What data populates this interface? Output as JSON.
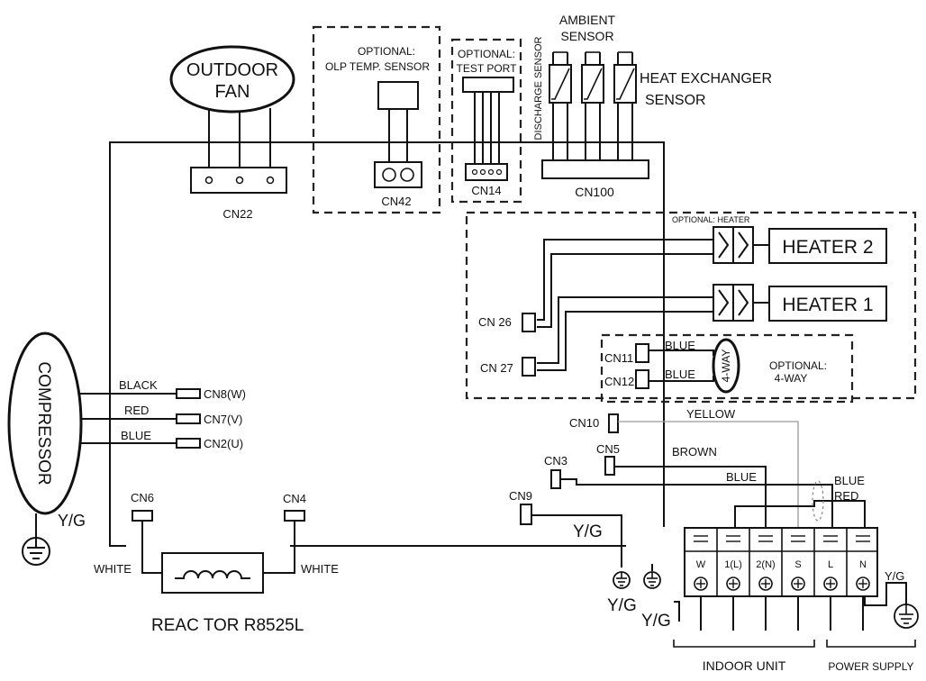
{
  "labels": {
    "outdoor_fan_line1": "OUTDOOR",
    "outdoor_fan_line2": "FAN",
    "cn22": "CN22",
    "olp_line1": "OPTIONAL:",
    "olp_line2": "OLP TEMP. SENSOR",
    "cn42": "CN42",
    "test_line1": "OPTIONAL:",
    "test_line2": "TEST PORT",
    "cn14": "CN14",
    "discharge_sensor": "DISCHARGE SENSOR",
    "ambient_line1": "AMBIENT",
    "ambient_line2": "SENSOR",
    "hx_line1": "HEAT EXCHANGER",
    "hx_line2": "SENSOR",
    "cn100": "CN100",
    "optional_heater": "OPTIONAL: HEATER",
    "heater2": "HEATER 2",
    "heater1": "HEATER 1",
    "cn26": "CN 26",
    "cn27": "CN 27",
    "cn11": "CN11",
    "cn12": "CN12",
    "blue_cn11": "BLUE",
    "blue_cn12": "BLUE",
    "four_way": "4-WAY",
    "optional_4way_line1": "OPTIONAL:",
    "optional_4way_line2": "4-WAY",
    "compressor": "COMPRESSOR",
    "black": "BLACK",
    "red": "RED",
    "blue_cn2": "BLUE",
    "cn8": "CN8(W)",
    "cn7": "CN7(V)",
    "cn2": "CN2(U)",
    "yg_compressor": "Y/G",
    "cn6": "CN6",
    "cn4": "CN4",
    "white_left": "WHITE",
    "white_right": "WHITE",
    "reactor": "REAC TOR R8525L",
    "cn10": "CN10",
    "yellow": "YELLOW",
    "cn5": "CN5",
    "brown": "BROWN",
    "cn3": "CN3",
    "blue_cn3": "BLUE",
    "blue_right": "BLUE",
    "red_right": "RED",
    "cn9": "CN9",
    "yg_cn9": "Y/G",
    "yg_ground1": "Y/G",
    "yg_ground2": "Y/G",
    "yg_power": "Y/G",
    "indoor_unit": "INDOOR  UNIT",
    "power_supply": "POWER  SUPPLY"
  },
  "terminal_block": [
    "W",
    "1(L)",
    "2(N)",
    "S",
    "L",
    "N"
  ]
}
